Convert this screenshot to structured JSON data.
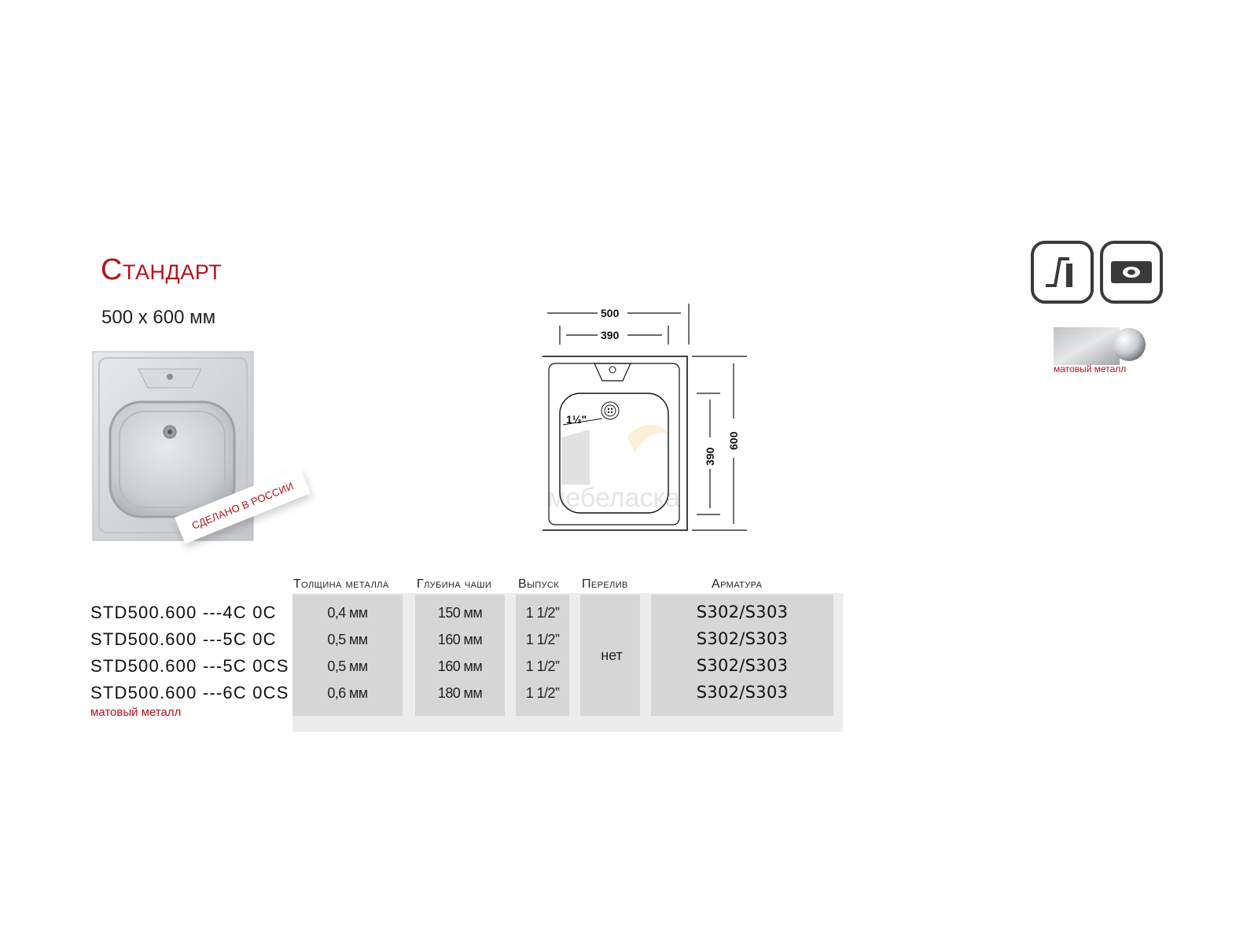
{
  "product": {
    "title": "Стандарт",
    "size": "500 х 600 мм",
    "made_in": "СДЕЛАНО В РОССИИ"
  },
  "drawing": {
    "outer_width": "500",
    "bowl_width": "390",
    "outer_length": "600",
    "bowl_length": "390",
    "drain": "1½\"",
    "watermark": "мебеласка"
  },
  "icons": [
    "faucet-hole-icon",
    "bowl-icon"
  ],
  "finish": {
    "label": "матовый металл"
  },
  "table": {
    "headers": [
      "Толщина металла",
      "Глубина чаши",
      "Выпуск",
      "Перелив",
      "Арматура"
    ],
    "rows": [
      {
        "model": "STD500.600 ---4С 0С",
        "thickness": "0,4 мм",
        "depth": "150 мм",
        "outlet": "1 1/2”",
        "fitting": "S302/S303"
      },
      {
        "model": "STD500.600 ---5С 0С",
        "thickness": "0,5 мм",
        "depth": "160 мм",
        "outlet": "1 1/2”",
        "fitting": "S302/S303"
      },
      {
        "model": "STD500.600 ---5С 0CS",
        "thickness": "0,5 мм",
        "depth": "160 мм",
        "outlet": "1 1/2”",
        "fitting": "S302/S303"
      },
      {
        "model": "STD500.600 ---6С 0CS",
        "thickness": "0,6 мм",
        "depth": "180 мм",
        "outlet": "1 1/2”",
        "fitting": "S302/S303"
      }
    ],
    "overflow": "нет",
    "finish_note": "матовый металл"
  },
  "colors": {
    "accent": "#b5121b",
    "cell_bg": "#d6d6d6",
    "band_bg": "#ececec"
  }
}
